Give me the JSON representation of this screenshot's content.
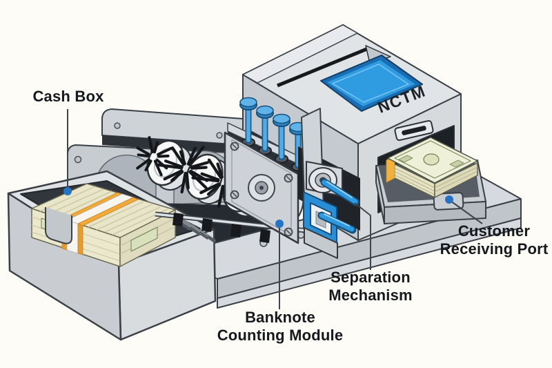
{
  "diagram": {
    "machine_name": "NCTM",
    "labels": {
      "cash_box": {
        "text": "Cash Box"
      },
      "banknote_module": {
        "line1": "Banknote",
        "line2": "Counting Module"
      },
      "separation": {
        "line1": "Separation",
        "line2": "Mechanism"
      },
      "receiving_port": {
        "line1": "Customer",
        "line2": "Receiving Port"
      }
    },
    "colors": {
      "background": "#FDFCF6",
      "machine_body_gray": "#D8DBDE",
      "screen_blue": "#2F9CE2",
      "pin_blue": "#54ABE4",
      "separation_blue": "#2A8ED6",
      "pointer_dot_blue": "#2574C4",
      "band_orange": "#F2A93C",
      "banknote_cream": "#ECE8CD",
      "outline": "#3A3F46"
    }
  }
}
